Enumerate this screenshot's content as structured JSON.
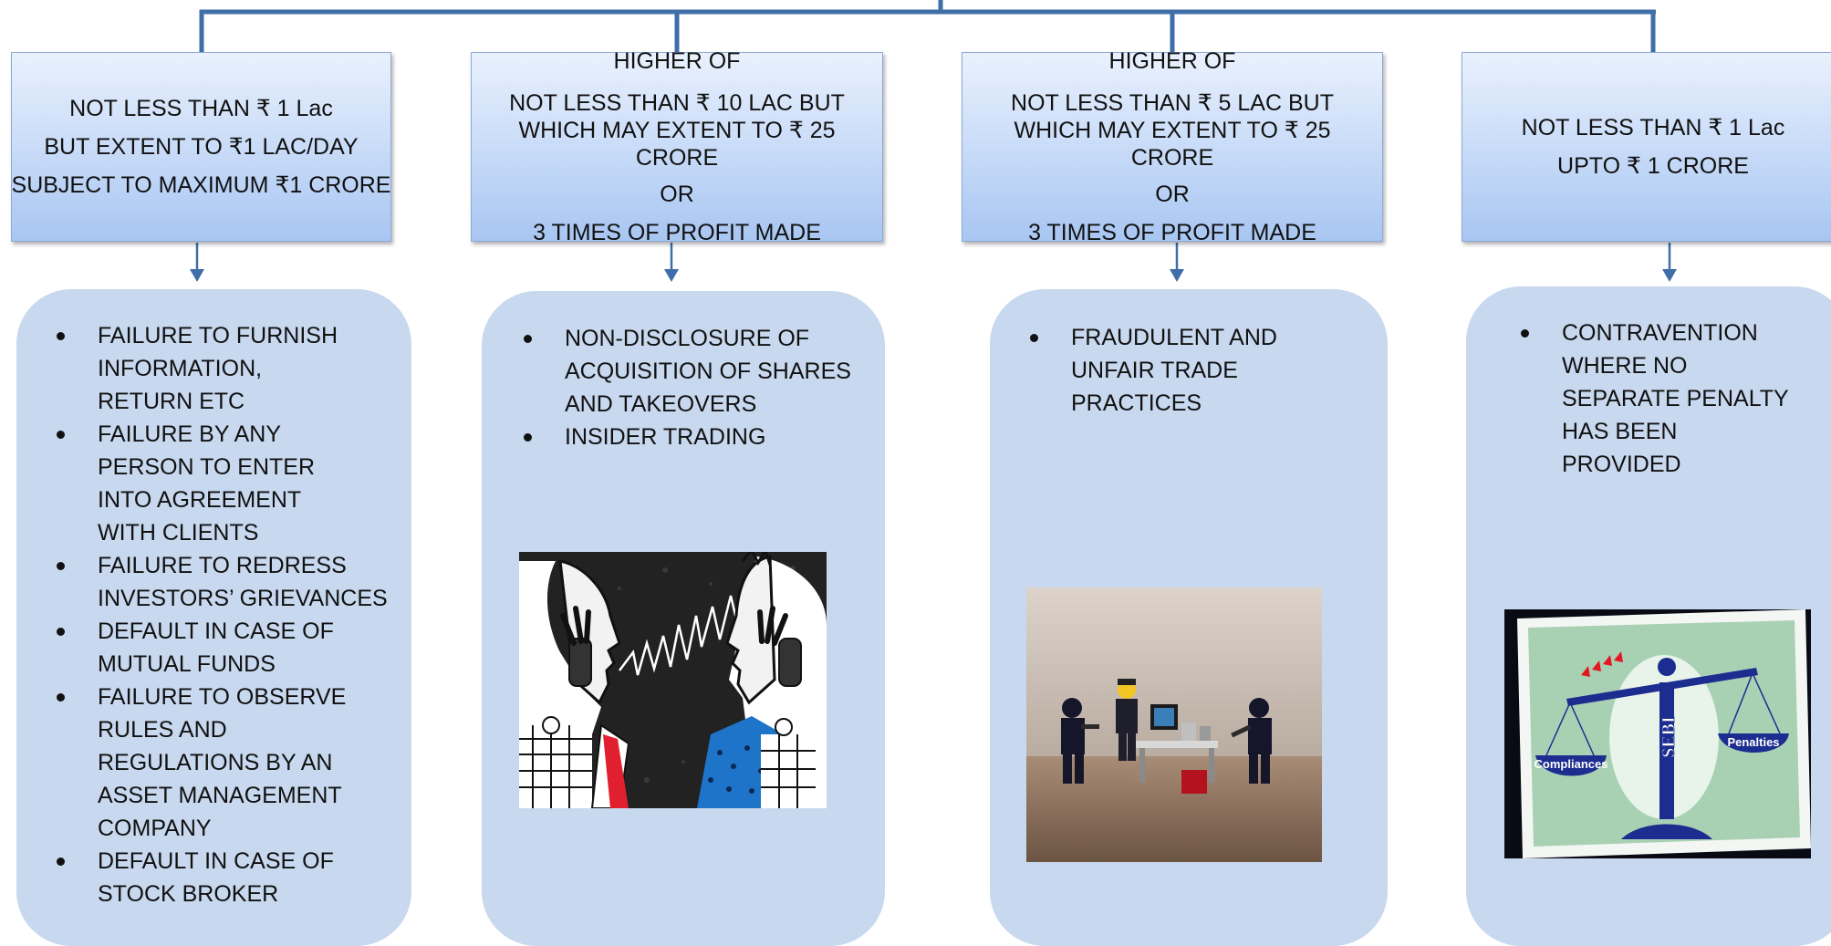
{
  "penalties": [
    {
      "id": "penalty-1",
      "lines": [
        "NOT LESS THAN ₹ 1 Lac",
        "BUT EXTENT TO ₹1 LAC/DAY",
        "SUBJECT TO MAXIMUM ₹1 CRORE"
      ]
    },
    {
      "id": "penalty-2",
      "heading": "HIGHER OF",
      "first": "NOT LESS THAN ₹ 10 LAC BUT WHICH MAY EXTENT TO ₹ 25 CRORE",
      "separator": "OR",
      "second": "3 TIMES OF PROFIT MADE"
    },
    {
      "id": "penalty-3",
      "heading": "HIGHER OF",
      "first": "NOT LESS THAN ₹ 5 LAC BUT WHICH MAY EXTENT TO ₹ 25 CRORE",
      "separator": "OR",
      "second": "3 TIMES OF PROFIT MADE"
    },
    {
      "id": "penalty-4",
      "lines": [
        "NOT LESS THAN ₹ 1 Lac",
        "UPTO ₹ 1 CRORE"
      ]
    }
  ],
  "offences": [
    {
      "items": [
        "FAILURE TO FURNISH INFORMATION, RETURN ETC",
        "FAILURE BY ANY PERSON TO ENTER INTO AGREEMENT WITH CLIENTS",
        "FAILURE TO REDRESS INVESTORS’ GRIEVANCES",
        "DEFAULT IN CASE OF MUTUAL FUNDS",
        "FAILURE TO OBSERVE RULES AND REGULATIONS BY AN ASSET MANAGEMENT COMPANY",
        "DEFAULT IN CASE OF STOCK BROKER"
      ]
    },
    {
      "items": [
        "NON-DISCLOSURE OF ACQUISITION OF SHARES AND TAKEOVERS",
        "INSIDER TRADING"
      ],
      "illustration": "insider-trading-illustration"
    },
    {
      "items": [
        "FRAUDULENT AND UNFAIR TRADE PRACTICES"
      ],
      "illustration": "toy-figures-office-photo"
    },
    {
      "items": [
        "CONTRAVENTION WHERE NO SEPARATE PENALTY HAS BEEN PROVIDED"
      ],
      "illustration": "compliance-scale-illustration",
      "scale_labels": {
        "left": "Compliances",
        "right": "Penalties",
        "center": "SEBI"
      }
    }
  ],
  "colors": {
    "connector": "#3f6ea8",
    "panel": "#c7d8ef",
    "box_top": "#e9f1fd",
    "box_bottom": "#a8c6f2"
  }
}
